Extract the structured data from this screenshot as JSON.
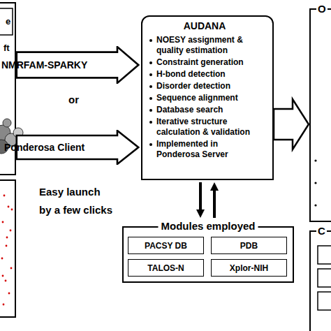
{
  "diagram": {
    "nodes": [
      {
        "text": [
          "AUDANA",
          "NOESY assignment & quality estimation",
          "Constraint generation",
          "H-bond detection",
          "Disorder detection",
          "Sequence alignment",
          "Database search",
          "Iterative structure calculation & validation",
          "Implemented in Ponderosa Server"
        ]
      },
      {
        "text": [
          "NMRFAM-SPARKY"
        ]
      },
      {
        "text": [
          "Ponderosa Client"
        ]
      },
      {
        "text": [
          "Modules employed"
        ]
      },
      {
        "text": [
          "PACSY DB"
        ],
        "in": 3
      },
      {
        "text": [
          "PDB"
        ],
        "in": 3
      },
      {
        "text": [
          "TALOS-N"
        ],
        "in": 3
      },
      {
        "text": [
          "Xplor-NIH"
        ],
        "in": 3
      },
      {
        "text": [
          "O"
        ]
      },
      {
        "text": [
          "C"
        ]
      }
    ],
    "edges": [
      {
        "from": 0,
        "to": 8,
        "arrow": "to"
      },
      {
        "from": 0,
        "to": 3,
        "arrow": "to"
      },
      {
        "from": 3,
        "to": 0,
        "arrow": "to"
      }
    ],
    "labels": [
      "e",
      "ft",
      "or",
      "Easy launch by a few clicks"
    ]
  }
}
